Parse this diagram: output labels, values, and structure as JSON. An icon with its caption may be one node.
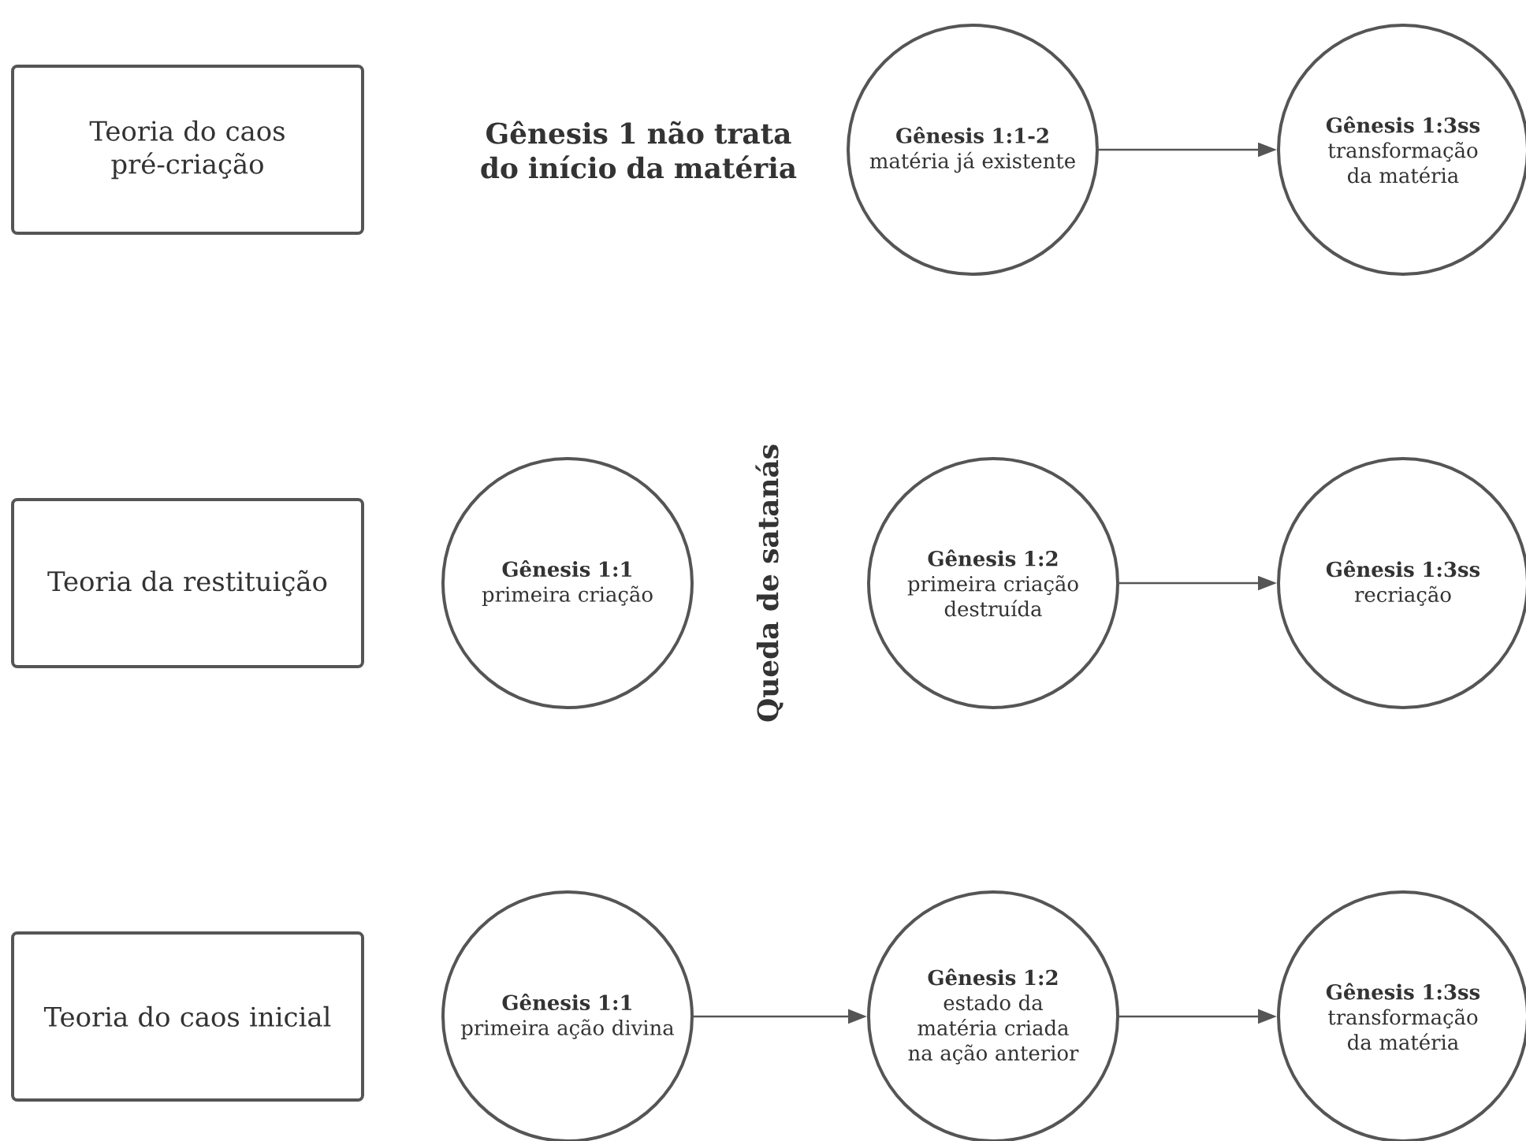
{
  "diagram": {
    "nodes": [
      {
        "text": [
          "Teoria do caos pré-criação"
        ]
      },
      {
        "text": [
          "Gênesis 1:1-2",
          "matéria já existente"
        ]
      },
      {
        "text": [
          "Gênesis 1:3ss",
          "transformação da matéria"
        ]
      },
      {
        "text": [
          "Teoria da restituição"
        ]
      },
      {
        "text": [
          "Gênesis 1:1",
          "primeira criação"
        ]
      },
      {
        "text": [
          "Gênesis 1:2",
          "primeira criação destruída"
        ]
      },
      {
        "text": [
          "Gênesis 1:3ss",
          "recriação"
        ]
      },
      {
        "text": [
          "Teoria do caos inicial"
        ]
      },
      {
        "text": [
          "Gênesis 1:1",
          "primeira ação divina"
        ]
      },
      {
        "text": [
          "Gênesis 1:2",
          "estado da matéria criada na ação anterior"
        ]
      },
      {
        "text": [
          "Gênesis 1:3ss",
          "transformação da matéria"
        ]
      }
    ],
    "edges": [
      {
        "from": 1,
        "to": 2,
        "arrow": "to"
      },
      {
        "from": 5,
        "to": 6,
        "arrow": "to"
      },
      {
        "from": 8,
        "to": 9,
        "arrow": "to"
      },
      {
        "from": 9,
        "to": 10,
        "arrow": "to"
      }
    ],
    "labels": [
      "Gênesis 1 não trata do início da matéria",
      "Queda de satanás"
    ]
  }
}
